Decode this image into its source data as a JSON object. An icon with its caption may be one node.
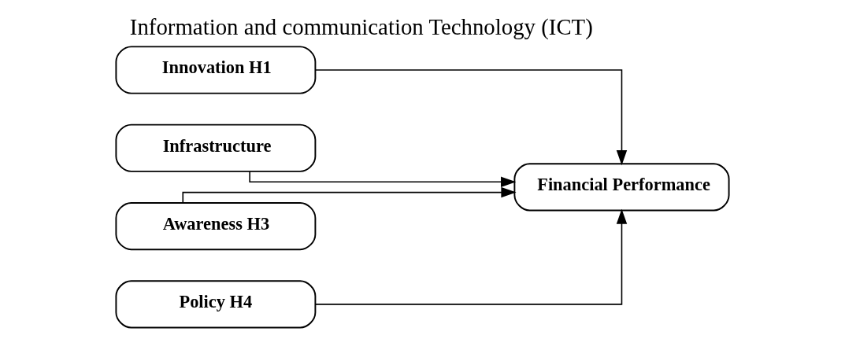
{
  "diagram": {
    "title": "Information and communication Technology (ICT)",
    "nodes": [
      {
        "text": [
          "Innovation H1"
        ]
      },
      {
        "text": [
          "Infrastructure"
        ]
      },
      {
        "text": [
          "Awareness H3"
        ]
      },
      {
        "text": [
          "Policy H4"
        ]
      },
      {
        "text": [
          "Financial Performance"
        ]
      }
    ],
    "edges": [
      {
        "from": 0,
        "to": 4,
        "arrow": "to"
      },
      {
        "from": 1,
        "to": 4,
        "arrow": "to"
      },
      {
        "from": 2,
        "to": 4,
        "arrow": "to"
      },
      {
        "from": 3,
        "to": 4,
        "arrow": "to"
      }
    ]
  }
}
